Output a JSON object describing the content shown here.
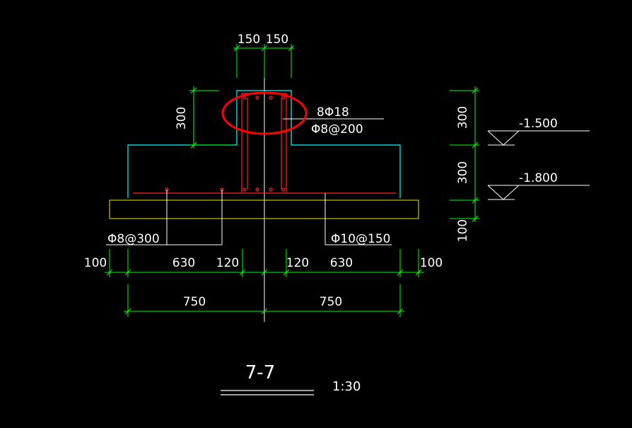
{
  "colors": {
    "background": "#000000",
    "dimension": "#00ff00",
    "concrete": "#00ffff",
    "rebar": "#ff2020",
    "cushion": "#c8c800",
    "text": "#ffffff",
    "highlight": "#ff0000"
  },
  "dims": {
    "col_left": "150",
    "col_right": "150",
    "col_height": "300",
    "bot_left": "100",
    "left_630": "630",
    "left_120": "120",
    "right_120": "120",
    "right_630": "630",
    "bot_right": "100",
    "half_left": "750",
    "half_right": "750",
    "elev_300_top": "300",
    "elev_300_mid": "300",
    "elev_100": "100"
  },
  "labels": {
    "main_rebar": "8Φ18",
    "stirrup": "Φ8@200",
    "left_mesh": "Φ8@300",
    "right_mesh": "Φ10@150"
  },
  "elevations": {
    "upper": "-1.500",
    "lower": "-1.800"
  },
  "section": {
    "title": "7-7",
    "scale": "1:30"
  }
}
